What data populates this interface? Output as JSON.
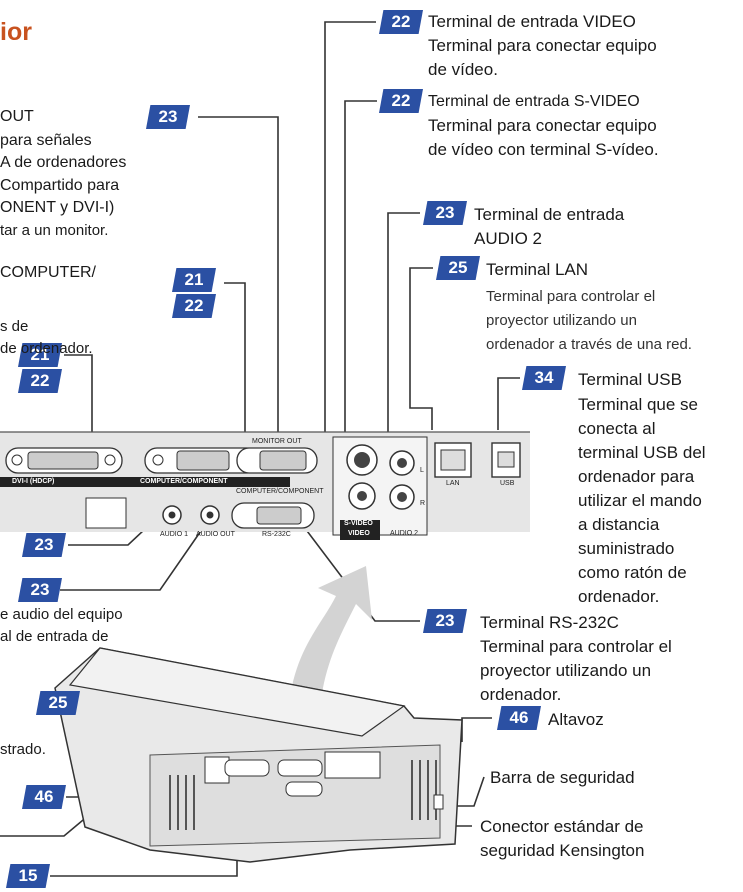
{
  "page_title": "ior",
  "left_text": {
    "monitor_out": [
      "OUT",
      "para señales",
      "A de ordenadores",
      "Compartido para",
      "ONENT y DVI-I)",
      "tar a un monitor."
    ],
    "computer": [
      "COMPUTER/",
      "s de",
      "de ordenador."
    ],
    "audio_out": [
      "e audio del equipo",
      "al de entrada de"
    ],
    "supplied": "strado."
  },
  "badges": {
    "video": "22",
    "svideo": "22",
    "monitor": "23",
    "audio2": "23",
    "comp_a": "21",
    "comp_b": "22",
    "lan": "25",
    "dvi_a": "21",
    "dvi_b": "22",
    "usb": "34",
    "audio1": "23",
    "audioout": "23",
    "rs232": "23",
    "power": "25",
    "speaker_left": "46",
    "speaker_right": "46",
    "bottom": "15"
  },
  "labels": {
    "video_title": "Terminal de entrada VIDEO",
    "video_desc": [
      "Terminal para conectar equipo",
      "de vídeo."
    ],
    "svideo_title": "Terminal de entrada S-VIDEO",
    "svideo_desc": [
      "Terminal para conectar equipo",
      "de vídeo con terminal S-vídeo."
    ],
    "audio2_title": [
      "Terminal de entrada",
      "AUDIO 2"
    ],
    "lan_title": "Terminal LAN",
    "lan_desc": [
      "Terminal para controlar el",
      "proyector utilizando un",
      "ordenador a través de una red."
    ],
    "usb_title": "Terminal USB",
    "usb_desc": [
      "Terminal que se",
      "conecta al",
      "terminal USB del",
      "ordenador para",
      "utilizar el mando",
      "a distancia",
      "suministrado",
      "como ratón de",
      "ordenador."
    ],
    "rs232_title": "Terminal RS-232C",
    "rs232_desc": [
      "Terminal para controlar el",
      "proyector utilizando un",
      "ordenador."
    ],
    "speaker": "Altavoz",
    "security_bar": "Barra de seguridad",
    "kensington": [
      "Conector estándar de",
      "seguridad Kensington"
    ]
  },
  "panel_labels": {
    "dvi": "DVI-I (HDCP)",
    "computer": "COMPUTER/COMPONENT",
    "monitor_out": "MONITOR OUT",
    "computer_component": "COMPUTER/COMPONENT",
    "rs232": "RS-232C",
    "audio1": "AUDIO 1",
    "audio_out": "AUDIO OUT",
    "svideo": "S-VIDEO",
    "video": "VIDEO",
    "audio2": "AUDIO 2",
    "lan": "LAN",
    "usb": "USB",
    "l": "L",
    "r": "R"
  },
  "colors": {
    "badge": "#2b50a3",
    "title": "#c8521f",
    "panel": "#d9d9d9"
  }
}
